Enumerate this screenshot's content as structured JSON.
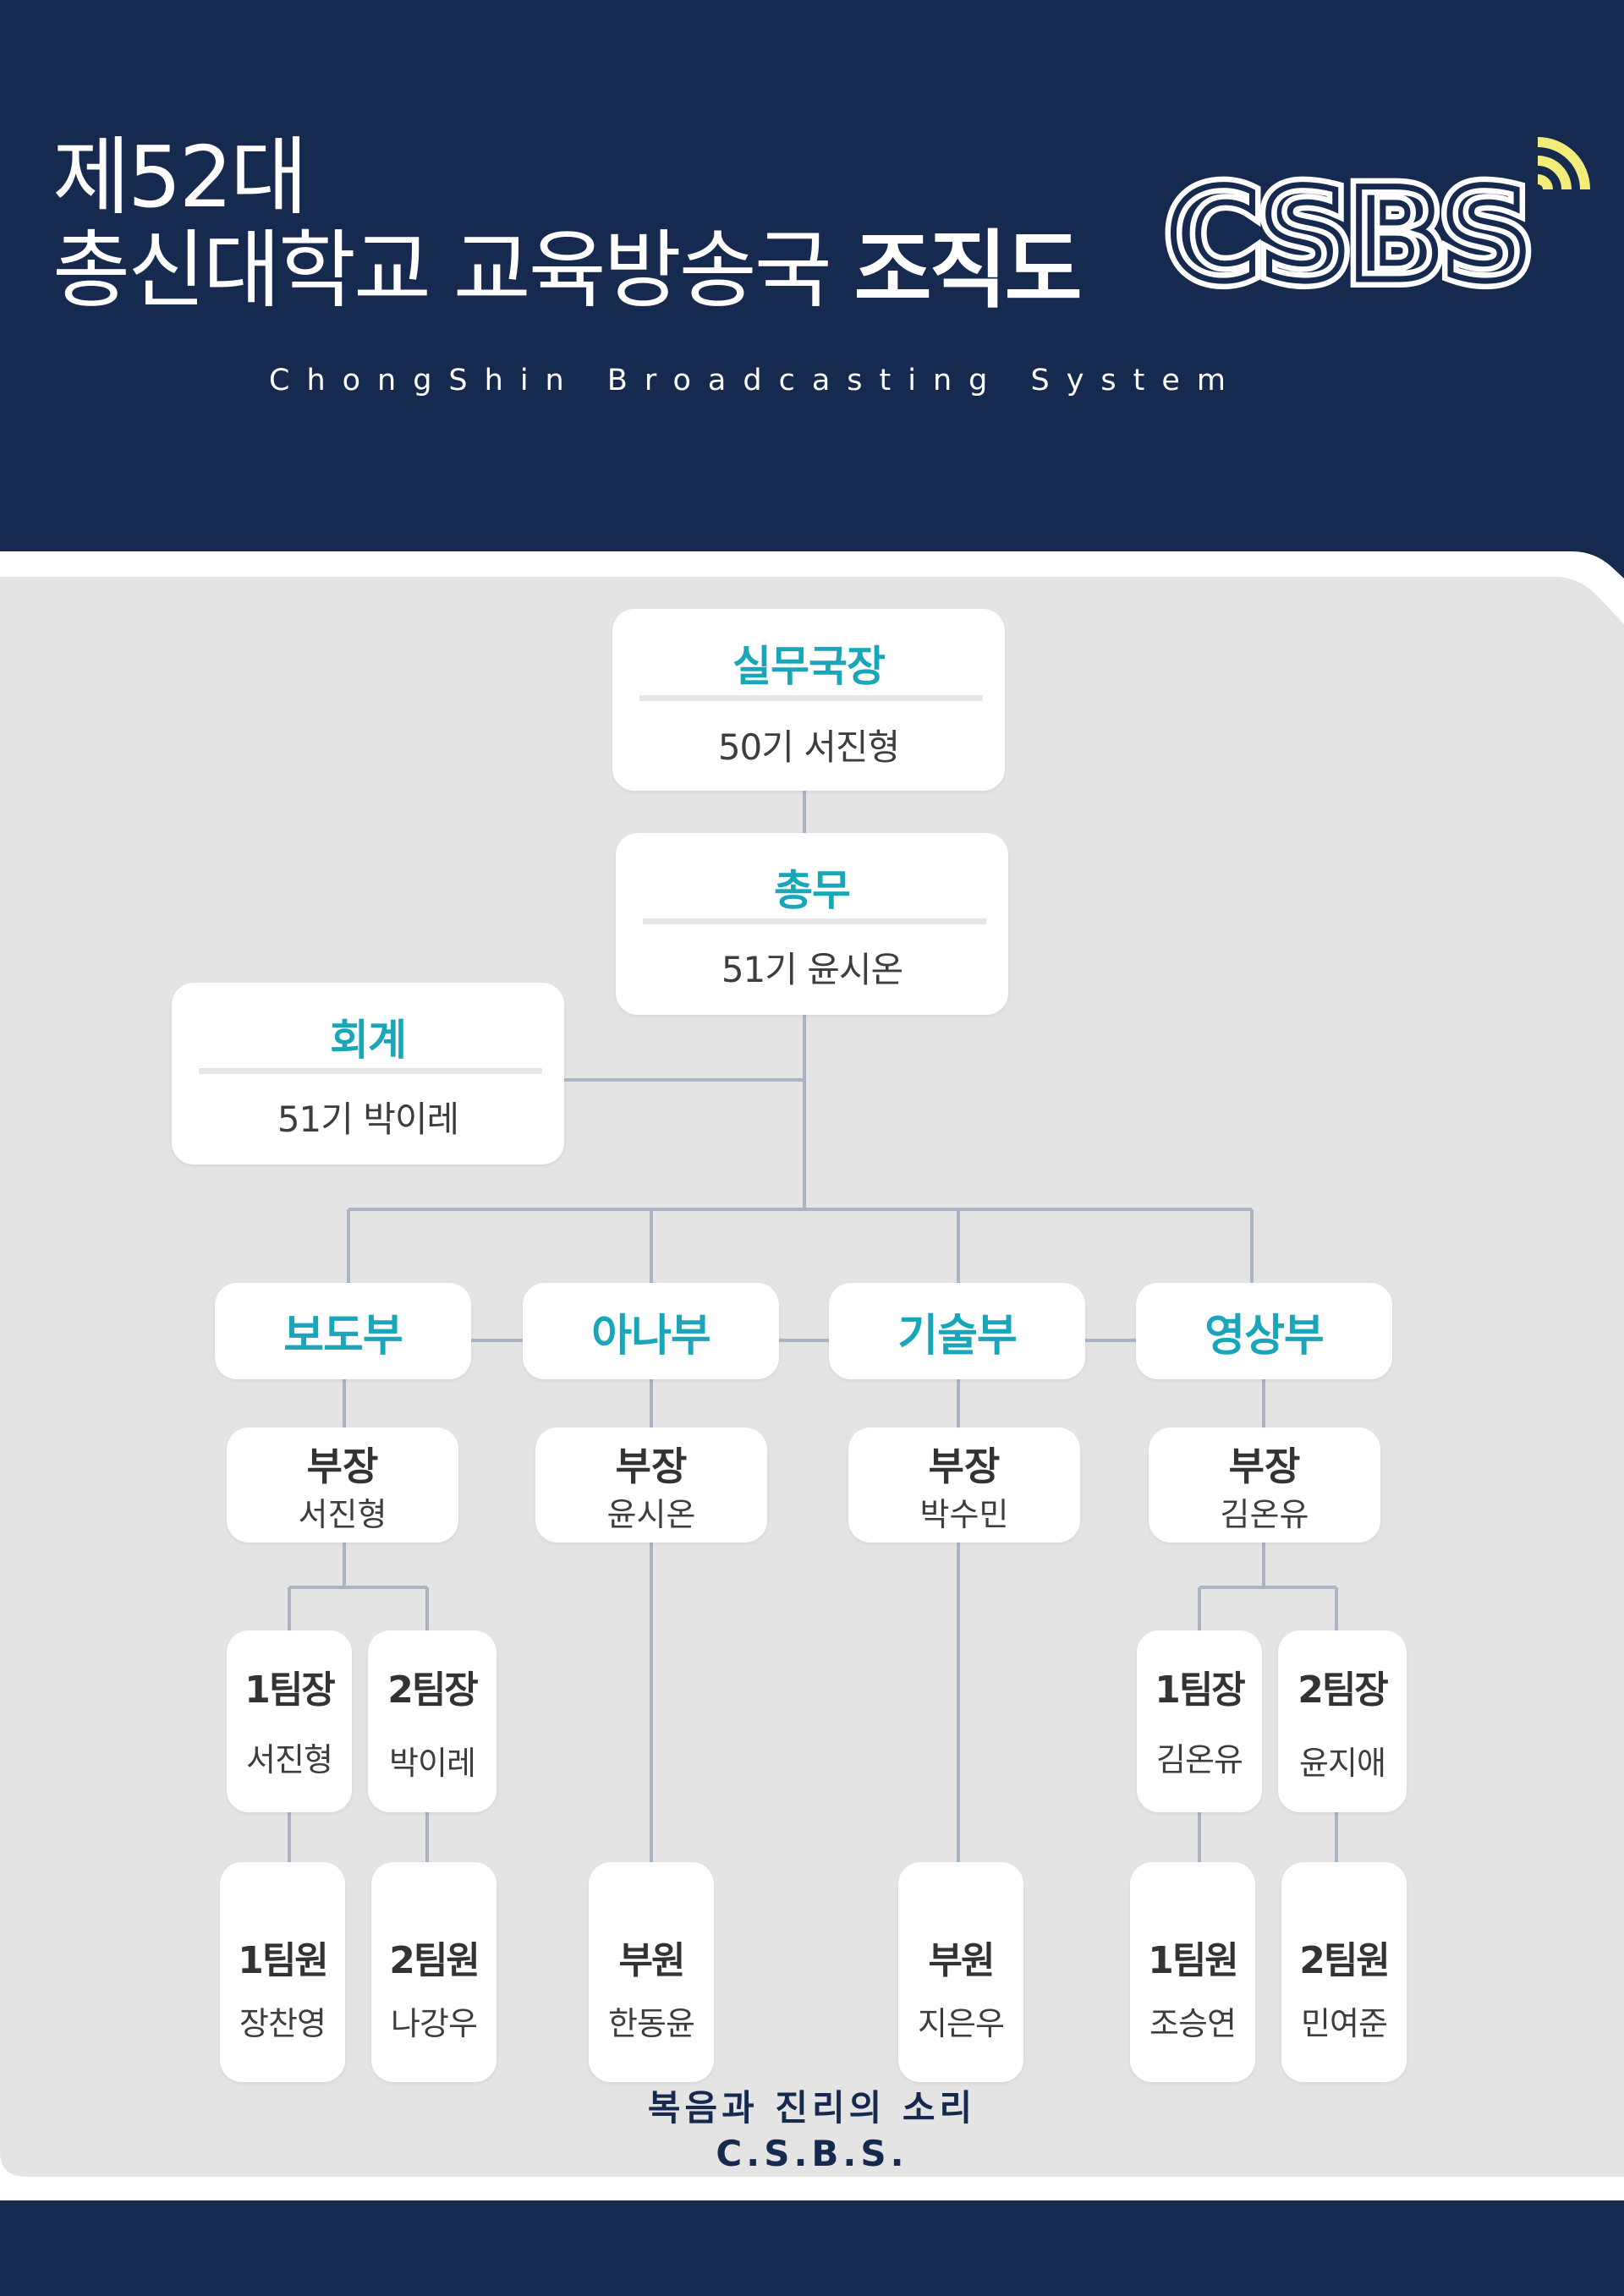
{
  "header": {
    "title_line1": "제52대",
    "title_line2_regular": "총신대학교 교육방송국 ",
    "title_line2_bold": "조직도",
    "subtitle": "ChongShin Broadcasting System",
    "logo_text": "CSBS",
    "logo_icon": "wifi-signal-icon"
  },
  "colors": {
    "navy": "#16294e",
    "panel": "#e4e4e4",
    "accent": "#19a6b9",
    "signal": "#f2ec7a",
    "line": "#aab4c4"
  },
  "top": {
    "director": {
      "role": "실무국장",
      "person": "50기 서진형"
    },
    "general_affairs": {
      "role": "총무",
      "person": "51기 윤시온"
    },
    "accounting": {
      "role": "회계",
      "person": "51기 박이레"
    }
  },
  "departments": [
    {
      "name": "보도부",
      "head_title": "부장",
      "head_name": "서진형"
    },
    {
      "name": "아나부",
      "head_title": "부장",
      "head_name": "윤시온"
    },
    {
      "name": "기술부",
      "head_title": "부장",
      "head_name": "박수민"
    },
    {
      "name": "영상부",
      "head_title": "부장",
      "head_name": "김온유"
    }
  ],
  "team_leaders": [
    {
      "title": "1팀장",
      "name": "서진형"
    },
    {
      "title": "2팀장",
      "name": "박이레"
    },
    {
      "title": "1팀장",
      "name": "김온유"
    },
    {
      "title": "2팀장",
      "name": "윤지애"
    }
  ],
  "members": [
    {
      "title": "1팀원",
      "name": "장찬영"
    },
    {
      "title": "2팀원",
      "name": "나강우"
    },
    {
      "title": "부원",
      "name": "한동윤"
    },
    {
      "title": "부원",
      "name": "지은우"
    },
    {
      "title": "1팀원",
      "name": "조승연"
    },
    {
      "title": "2팀원",
      "name": "민여준"
    }
  ],
  "footer": {
    "slogan": "복음과 진리의 소리",
    "abbr": "C.S.B.S."
  }
}
